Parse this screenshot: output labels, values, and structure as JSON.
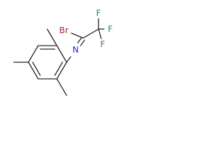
{
  "molecule": {
    "atoms": {
      "br": "Br",
      "n": "N",
      "f1": "F",
      "f2": "F",
      "f3": "F"
    },
    "colors": {
      "bond": "#222222",
      "bromine": "#a52a2a",
      "nitrogen": "#2020ff",
      "fluorine": "#2e8b3a"
    }
  }
}
